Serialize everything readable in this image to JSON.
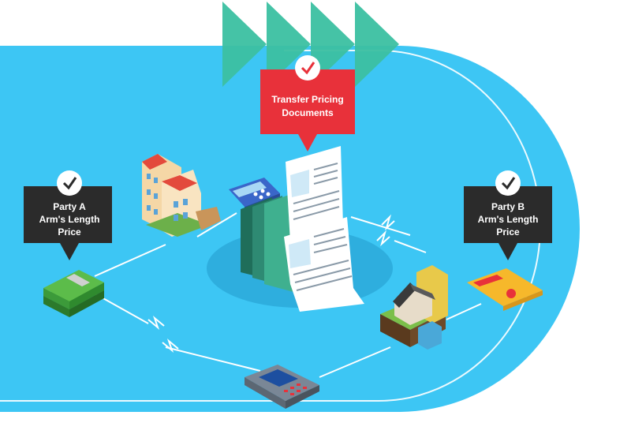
{
  "title_callout": {
    "line1": "Transfer Pricing",
    "line2": "Documents",
    "color": "#e8313a"
  },
  "party_a": {
    "line1": "Party A",
    "line2": "Arm's Length",
    "line3": "Price"
  },
  "party_b": {
    "line1": "Party B",
    "line2": "Arm's Length",
    "line3": "Price"
  },
  "colors": {
    "background": "#3dc6f4",
    "arrows": "#3cc0a2",
    "callout_dark": "#2b2b2b",
    "paper": "#ffffff",
    "folder": "#2e8a73"
  },
  "icons": [
    "check-icon",
    "buildings-icon",
    "calculator-icon",
    "documents-icon",
    "money-stack-icon",
    "card-terminal-icon",
    "houses-icon",
    "credit-card-icon"
  ]
}
